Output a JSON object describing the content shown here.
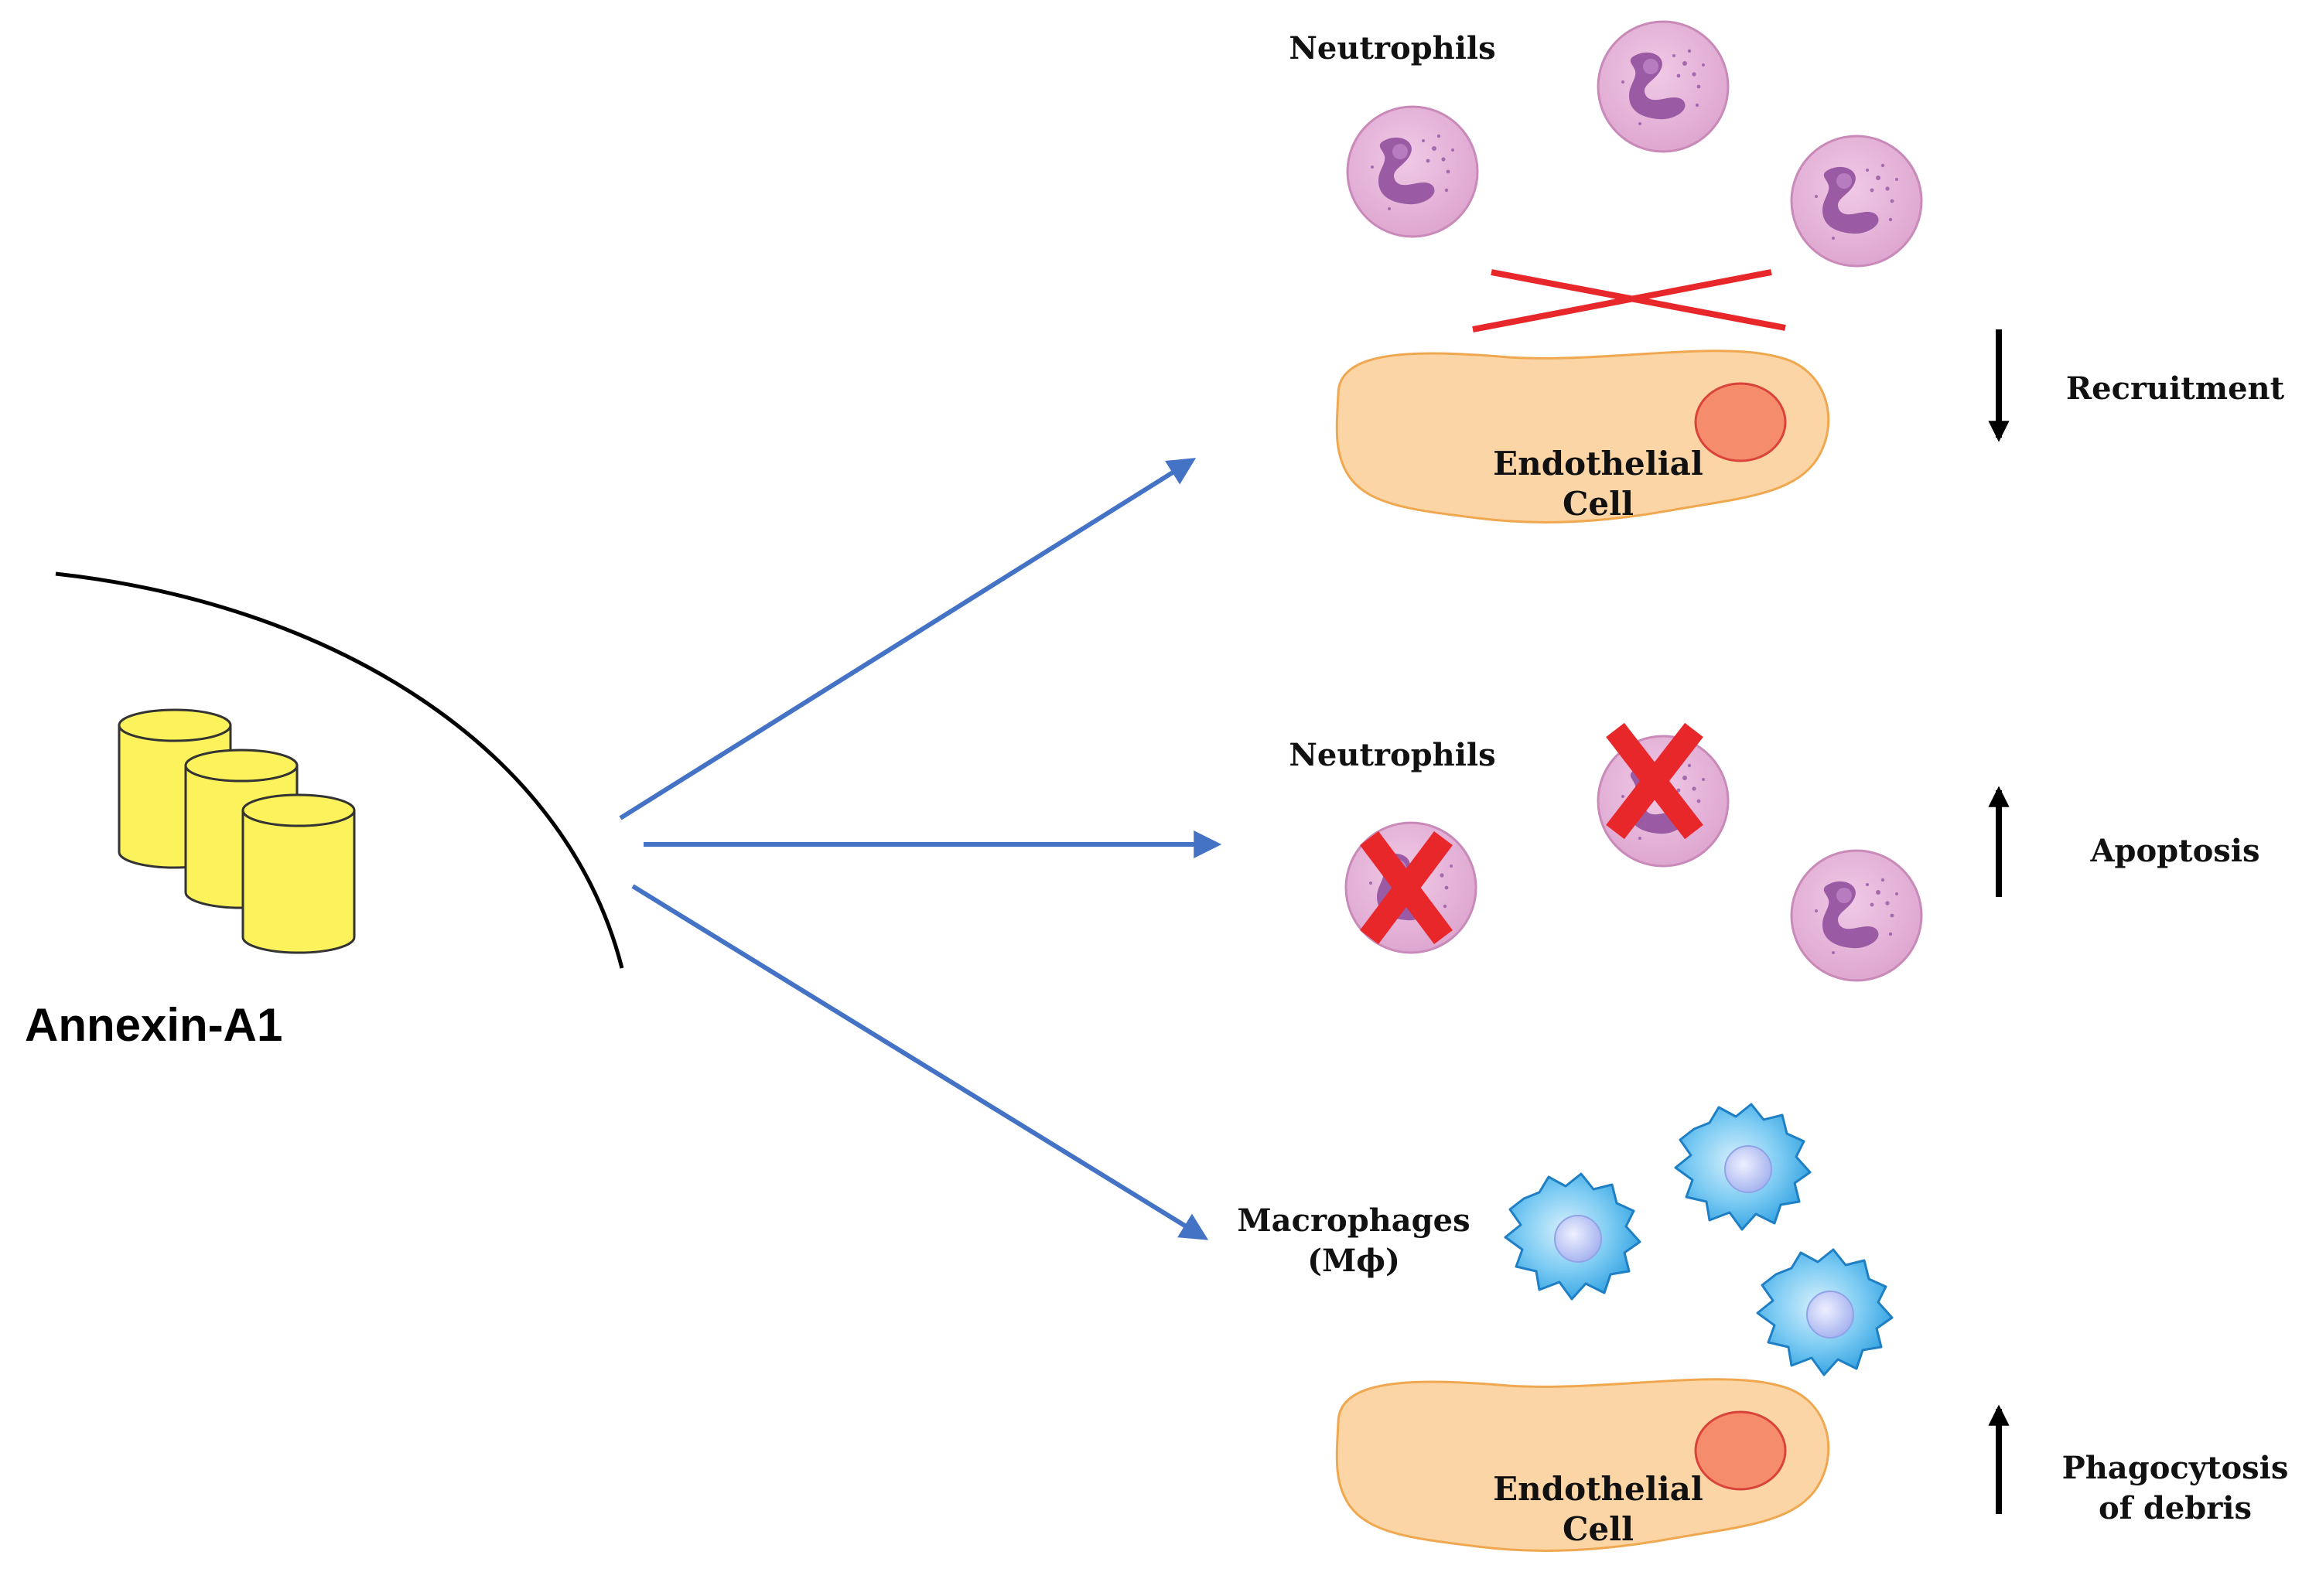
{
  "protein": {
    "label": "Annexin-A1"
  },
  "panels": {
    "recruitment": {
      "cells_label": "Neutrophils",
      "endothelial_label_line1": "Endothelial",
      "endothelial_label_line2": "Cell",
      "effect_label": "Recruitment",
      "effect_direction": "down"
    },
    "apoptosis": {
      "cells_label": "Neutrophils",
      "effect_label": "Apoptosis",
      "effect_direction": "up"
    },
    "phagocytosis": {
      "cells_label_line1": "Macrophages",
      "cells_label_line2": "(Mϕ)",
      "endothelial_label_line1": "Endothelial",
      "endothelial_label_line2": "Cell",
      "effect_label_line1": "Phagocytosis",
      "effect_label_line2": "of debris",
      "effect_direction": "up"
    }
  },
  "colors": {
    "arrow_blue": "#4472C4",
    "neutrophil_fill": "#E6B3D9",
    "neutrophil_nucleus": "#9A5BA4",
    "endothelial_fill": "#FBD5A5",
    "endothelial_nucleus": "#F58C6C",
    "block_red": "#E8272A",
    "macrophage_blue": "#4FB6EC",
    "annexin_yellow": "#FCF25B"
  }
}
